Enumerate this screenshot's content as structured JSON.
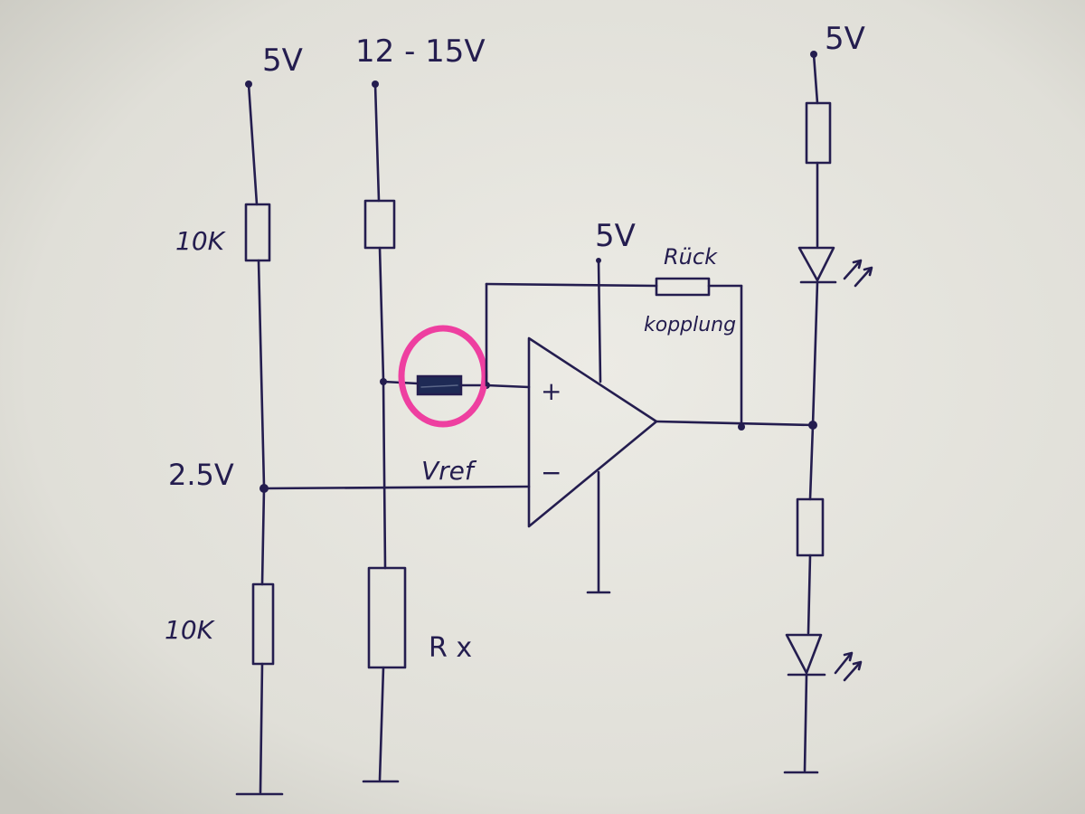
{
  "labels": {
    "supply_left": "5V",
    "supply_mid": "12 - 15V",
    "supply_right": "5V",
    "opamp_supply": "5V",
    "r_top": "10K",
    "r_bottom": "10K",
    "divider_node": "2.5V",
    "vref": "Vref",
    "rx": "R x",
    "feedback_top": "Rück",
    "feedback_bottom": "kopplung",
    "plus": "+",
    "minus": "−"
  },
  "colors": {
    "ink": "#241d4f",
    "paper": "#e4e3dc",
    "highlight": "#ee3fa0",
    "component_fill": "#1e2a55"
  }
}
